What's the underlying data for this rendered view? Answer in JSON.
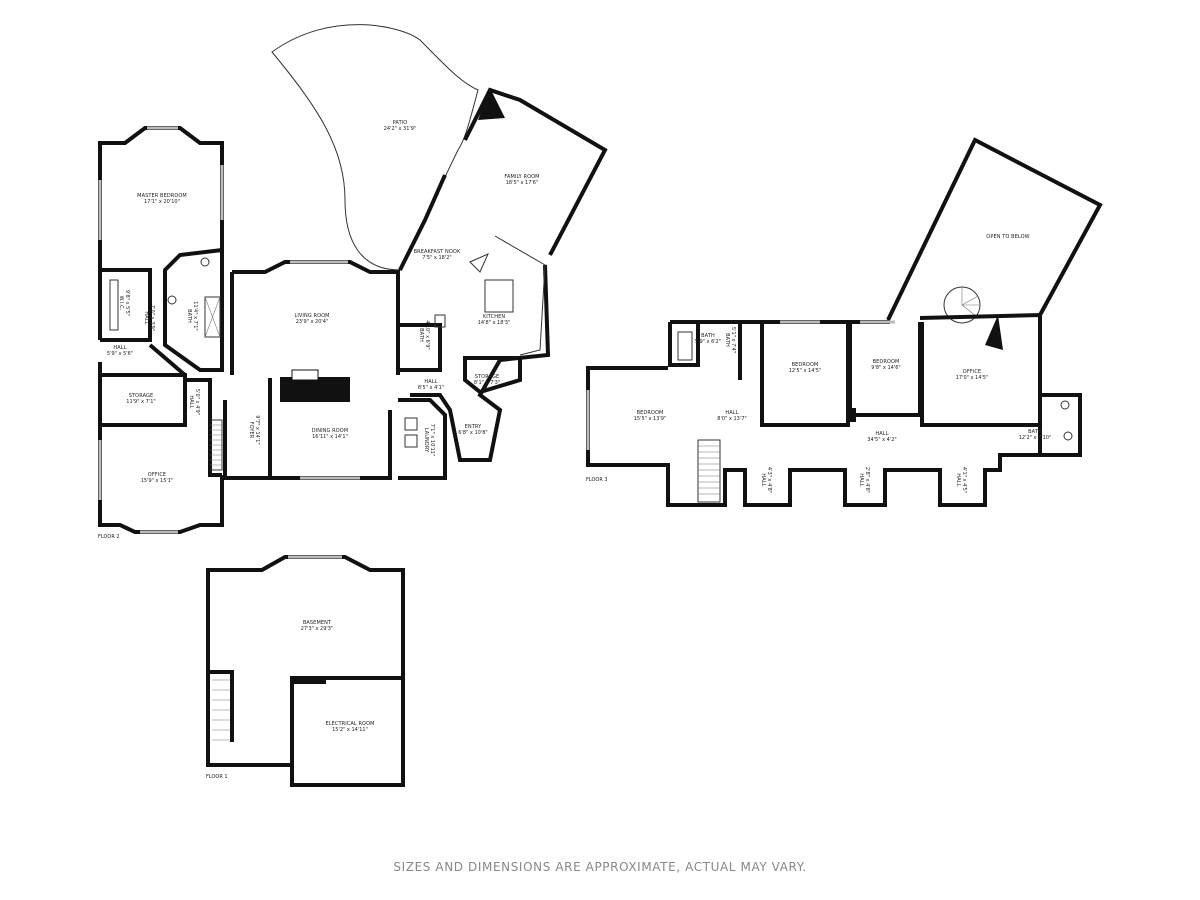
{
  "floors": {
    "floor1": "FLOOR 1",
    "floor2": "FLOOR 2",
    "floor3": "FLOOR 3"
  },
  "rooms": {
    "patio": {
      "name": "PATIO",
      "dim": "24'2\" x 31'9\""
    },
    "family_room": {
      "name": "FAMILY ROOM",
      "dim": "18'5\" x 17'6\""
    },
    "master_bedroom": {
      "name": "MASTER BEDROOM",
      "dim": "17'1\" x 20'10\""
    },
    "breakfast_nook": {
      "name": "BREAKFAST NOOK",
      "dim": "7'5\" x 18'2\""
    },
    "living_room": {
      "name": "LIVING ROOM",
      "dim": "23'9\" x 20'4\""
    },
    "kitchen": {
      "name": "KITCHEN",
      "dim": "14'8\" x 18'3\""
    },
    "wic": {
      "name": "W.I.C.",
      "dim": "9'8\" x 5'5\""
    },
    "hall_f2_a": {
      "name": "HALL",
      "dim": "7'0\" x 3'9\""
    },
    "bath_f2_a": {
      "name": "BATH",
      "dim": "11'4\" x 7'1\""
    },
    "hall_f2_b": {
      "name": "HALL",
      "dim": "5'9\" x 5'6\""
    },
    "bath_f2_b": {
      "name": "BATH",
      "dim": "4'10\" x 6'9\""
    },
    "storage_f2_a": {
      "name": "STORAGE",
      "dim": "8'1\" x 7'3\""
    },
    "hall_f2_c": {
      "name": "HALL",
      "dim": "8'5\" x 4'1\""
    },
    "storage_f2_b": {
      "name": "STORAGE",
      "dim": "11'9\" x 7'1\""
    },
    "hall_f2_d": {
      "name": "HALL",
      "dim": "5'0\" x 4'9\""
    },
    "dining_room": {
      "name": "DINING ROOM",
      "dim": "16'11\" x 14'1\""
    },
    "foyer": {
      "name": "FOYER",
      "dim": "9'7\" x 14'1\""
    },
    "laundry": {
      "name": "LAUNDRY",
      "dim": "7'1\" x 10'11\""
    },
    "entry": {
      "name": "ENTRY",
      "dim": "6'8\" x 10'8\""
    },
    "office_f2": {
      "name": "OFFICE",
      "dim": "15'9\" x 15'1\""
    },
    "open_to_below": {
      "name": "OPEN TO BELOW",
      "dim": ""
    },
    "bath_f3_a": {
      "name": "BATH",
      "dim": "5'9\" x 6'2\""
    },
    "bath_f3_b": {
      "name": "BATH",
      "dim": "5'1\" x 7'4\""
    },
    "bedroom_f3_a": {
      "name": "BEDROOM",
      "dim": "12'5\" x 14'5\""
    },
    "bedroom_f3_b": {
      "name": "BEDROOM",
      "dim": "9'8\" x 14'6\""
    },
    "office_f3": {
      "name": "OFFICE",
      "dim": "17'0\" x 14'5\""
    },
    "bedroom_f3_c": {
      "name": "BEDROOM",
      "dim": "15'5\" x 13'9\""
    },
    "hall_f3_a": {
      "name": "HALL",
      "dim": "8'0\" x 13'7\""
    },
    "hall_f3_b": {
      "name": "HALL",
      "dim": "34'5\" x 4'2\""
    },
    "bath_f3_c": {
      "name": "BATH",
      "dim": "12'2\" x 3'10\""
    },
    "hall_f3_c": {
      "name": "HALL",
      "dim": "4'3\" x 4'8\""
    },
    "hall_f3_d": {
      "name": "HALL",
      "dim": "2'8\" x 4'8\""
    },
    "hall_f3_e": {
      "name": "HALL",
      "dim": "4'1\" x 4'5\""
    },
    "basement": {
      "name": "BASEMENT",
      "dim": "27'3\" x 29'3\""
    },
    "electrical_room": {
      "name": "ELECTRICAL ROOM",
      "dim": "15'2\" x 14'11\""
    }
  },
  "disclaimer": "SIZES AND DIMENSIONS ARE APPROXIMATE, ACTUAL MAY VARY."
}
